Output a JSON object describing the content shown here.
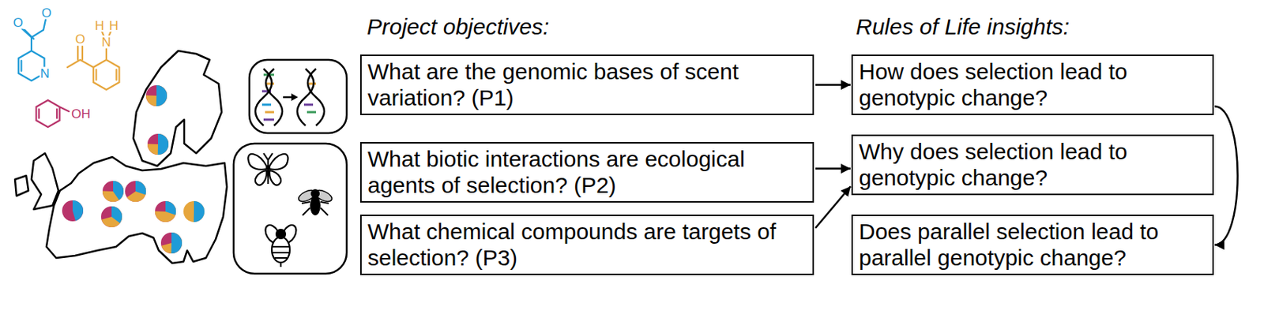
{
  "diagram": {
    "nodes": [
      {
        "text": [
          "What are the genomic bases of scent variation? (P1)"
        ]
      },
      {
        "text": [
          "What biotic interactions are ecological agents of selection? (P2)"
        ]
      },
      {
        "text": [
          "What chemical compounds are targets of selection? (P3)"
        ]
      },
      {
        "text": [
          "How does selection lead to genotypic change?"
        ]
      },
      {
        "text": [
          "Why does selection lead to genotypic change?"
        ]
      },
      {
        "text": [
          "Does parallel selection lead to parallel genotypic change?"
        ]
      }
    ],
    "edges": [
      {
        "from": 0,
        "to": 3,
        "arrow": "to"
      },
      {
        "from": 1,
        "to": 4,
        "arrow": "to"
      },
      {
        "from": 2,
        "to": 4,
        "arrow": "to"
      },
      {
        "from": 3,
        "to": 5,
        "arrow": "to"
      }
    ],
    "labels": [
      "Project objectives:",
      "Rules of Life insights:",
      "O",
      "O",
      "N",
      "O",
      "H",
      "H",
      "N",
      "OH"
    ]
  }
}
